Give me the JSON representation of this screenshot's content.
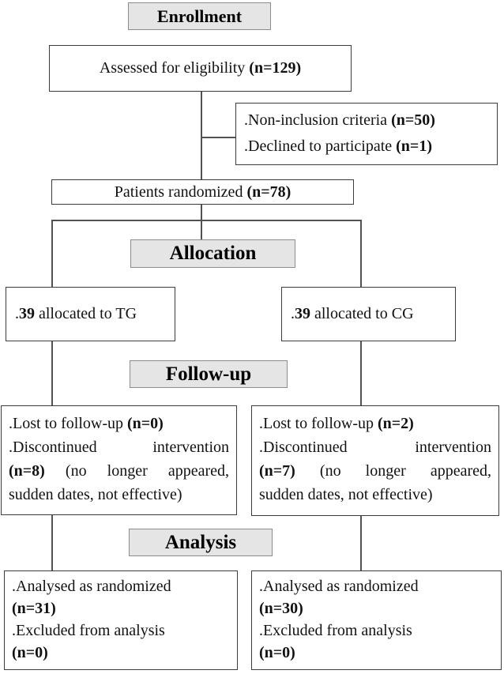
{
  "headers": {
    "enrollment": "Enrollment",
    "allocation": "Allocation",
    "followup": "Follow-up",
    "analysis": "Analysis"
  },
  "eligibility": {
    "text": "Assessed for eligibility ",
    "n": "(n=129)"
  },
  "exclusion": {
    "line1": {
      "text": ".Non-inclusion criteria ",
      "n": "(n=50)"
    },
    "line2": {
      "text": ".Declined to participate ",
      "n": "(n=1)"
    }
  },
  "randomized": {
    "text": "Patients randomized ",
    "n": "(n=78)"
  },
  "allocation": {
    "tg": {
      "dot": ".",
      "n": "39",
      "text": " allocated to TG"
    },
    "cg": {
      "dot": ".",
      "n": "39",
      "text": " allocated to CG"
    }
  },
  "followup": {
    "tg": {
      "lost_text": ".Lost to follow-up ",
      "lost_n": "(n=0)",
      "disc_text": ".Discontinued intervention",
      "disc_n": "(n=8)",
      "reason_a": " (no longer appeared,",
      "reason_b": "sudden dates, not effective)"
    },
    "cg": {
      "lost_text": ".Lost to follow-up ",
      "lost_n": "(n=2)",
      "disc_text": ".Discontinued intervention",
      "disc_n": "(n=7)",
      "reason_a": " (no longer appeared,",
      "reason_b": "sudden dates, not effective)"
    }
  },
  "analysis": {
    "tg": {
      "line1": ".Analysed as randomized",
      "n1": "(n=31)",
      "line2": ".Excluded from analysis",
      "n2": "(n=0)"
    },
    "cg": {
      "line1": ".Analysed as randomized",
      "n1": "(n=30)",
      "line2": ".Excluded from analysis",
      "n2": "(n=0)"
    }
  }
}
